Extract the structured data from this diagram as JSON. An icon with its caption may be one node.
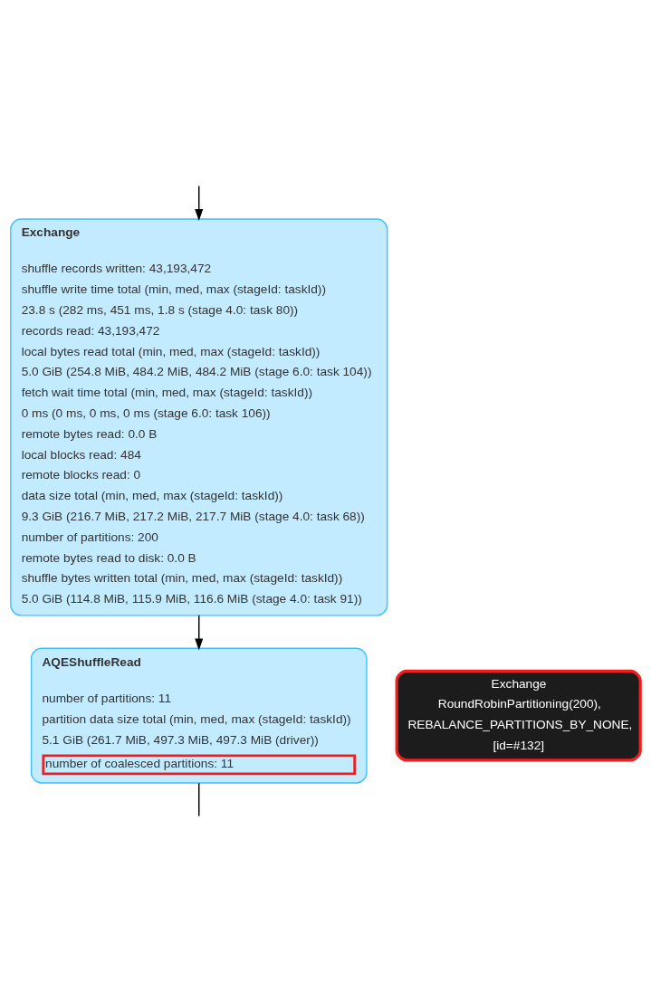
{
  "diagram": {
    "nodes": [
      {
        "text": [
          "Exchange",
          "shuffle records written: 43,193,472",
          "shuffle write time total (min, med, max (stageId: taskId))",
          "23.8 s (282 ms, 451 ms, 1.8 s (stage 4.0: task 80))",
          "records read: 43,193,472",
          "local bytes read total (min, med, max (stageId: taskId))",
          "5.0 GiB (254.8 MiB, 484.2 MiB, 484.2 MiB (stage 6.0: task 104))",
          "fetch wait time total (min, med, max (stageId: taskId))",
          "0 ms (0 ms, 0 ms, 0 ms (stage 6.0: task 106))",
          "remote bytes read: 0.0 B",
          "local blocks read: 484",
          "remote blocks read: 0",
          "data size total (min, med, max (stageId: taskId))",
          "9.3 GiB (216.7 MiB, 217.2 MiB, 217.7 MiB (stage 4.0: task 68))",
          "number of partitions: 200",
          "remote bytes read to disk: 0.0 B",
          "shuffle bytes written total (min, med, max (stageId: taskId))",
          "5.0 GiB (114.8 MiB, 115.9 MiB, 116.6 MiB (stage 4.0: task 91))"
        ]
      },
      {
        "text": [
          "Exchange",
          "RoundRobinPartitioning(200), REBALANCE_PARTITIONS_BY_NONE, [id=#132]"
        ]
      },
      {
        "text": [
          "AQEShuffleRead",
          "number of partitions: 11",
          "partition data size total (min, med, max (stageId: taskId))",
          "5.1 GiB (261.7 MiB, 497.3 MiB, 497.3 MiB (driver))",
          "number of coalesced partitions: 11"
        ]
      }
    ],
    "edges": [
      {
        "from": null,
        "to": 0,
        "arrow": "to"
      },
      {
        "from": 0,
        "to": 2,
        "arrow": "to"
      },
      {
        "from": 2,
        "to": null,
        "arrow": "none"
      }
    ]
  }
}
